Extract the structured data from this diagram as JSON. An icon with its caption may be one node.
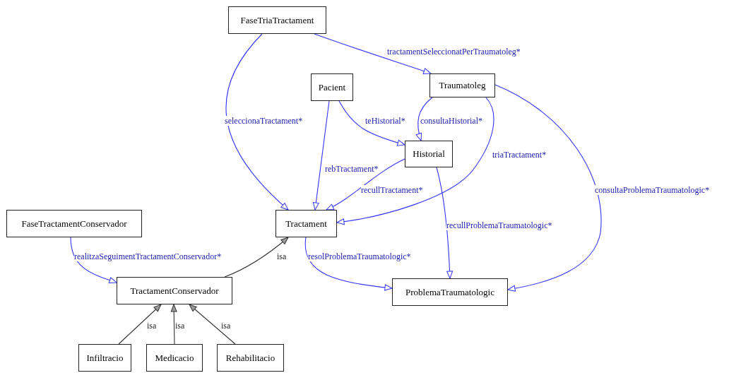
{
  "diagram": {
    "nodes": [
      {
        "text": [
          "FaseTriaTractament"
        ]
      },
      {
        "text": [
          "Pacient"
        ]
      },
      {
        "text": [
          "Traumatoleg"
        ]
      },
      {
        "text": [
          "Historial"
        ]
      },
      {
        "text": [
          "FaseTractamentConservador"
        ]
      },
      {
        "text": [
          "Tractament"
        ]
      },
      {
        "text": [
          "TractamentConservador"
        ]
      },
      {
        "text": [
          "ProblemaTraumatologic"
        ]
      },
      {
        "text": [
          "Infiltracio"
        ]
      },
      {
        "text": [
          "Medicacio"
        ]
      },
      {
        "text": [
          "Rehabilitacio"
        ]
      }
    ],
    "edges": [
      {
        "from": 0,
        "to": 5,
        "arrow": "to",
        "label": "seleccionaTractament*"
      },
      {
        "from": 0,
        "to": 2,
        "arrow": "to",
        "label": "tractamentSeleccionatPerTraumatoleg*"
      },
      {
        "from": 1,
        "to": 5,
        "arrow": "to",
        "label": "rebTractament*"
      },
      {
        "from": 1,
        "to": 3,
        "arrow": "to",
        "label": "teHistorial*"
      },
      {
        "from": 2,
        "to": 3,
        "arrow": "to",
        "label": "consultaHistorial*"
      },
      {
        "from": 2,
        "to": 5,
        "arrow": "to",
        "label": "triaTractament*"
      },
      {
        "from": 2,
        "to": 7,
        "arrow": "to",
        "label": "consultaProblemaTraumatologic*"
      },
      {
        "from": 3,
        "to": 5,
        "arrow": "to",
        "label": "recullTractament*"
      },
      {
        "from": 3,
        "to": 7,
        "arrow": "to",
        "label": "recullProblemaTraumatologic*"
      },
      {
        "from": 4,
        "to": 6,
        "arrow": "to",
        "label": "realitzaSeguimentTractamentConservador*"
      },
      {
        "from": 5,
        "to": 7,
        "arrow": "to",
        "label": "resolProblemaTraumatologic*"
      },
      {
        "from": 6,
        "to": 5,
        "arrow": "to",
        "label": "isa",
        "color": "#333333"
      },
      {
        "from": 8,
        "to": 6,
        "arrow": "to",
        "label": "isa",
        "color": "#333333"
      },
      {
        "from": 9,
        "to": 6,
        "arrow": "to",
        "label": "isa",
        "color": "#333333"
      },
      {
        "from": 10,
        "to": 6,
        "arrow": "to",
        "label": "isa",
        "color": "#333333"
      }
    ]
  }
}
